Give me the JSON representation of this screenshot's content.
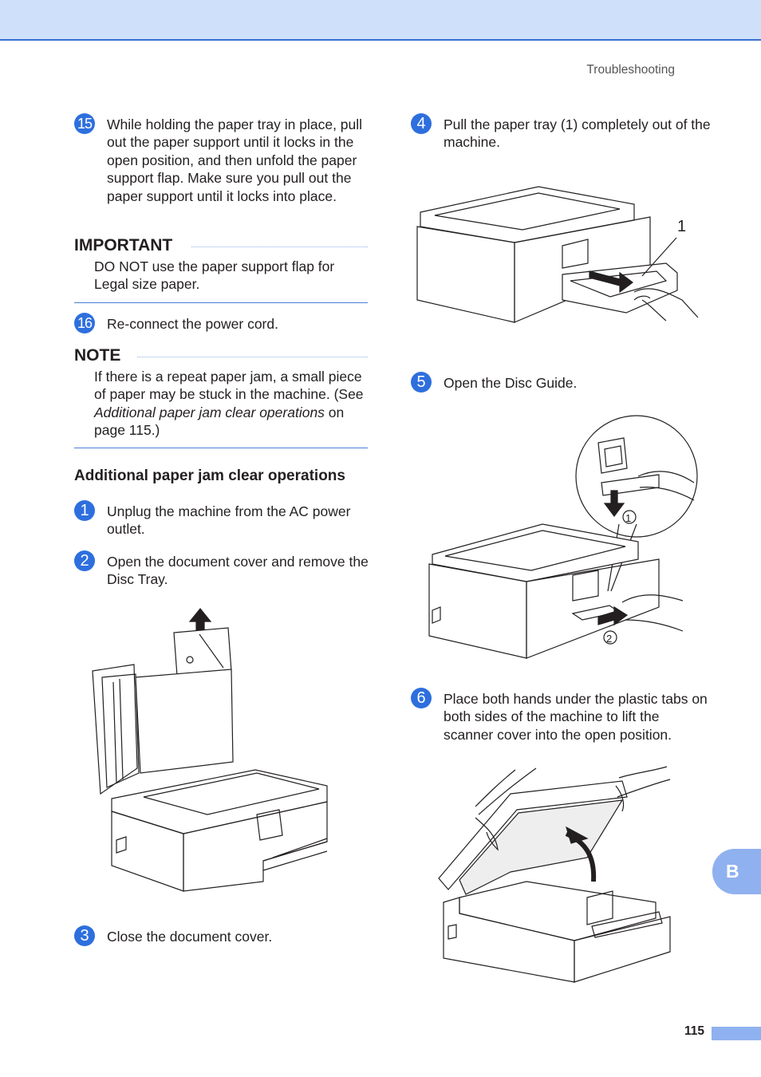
{
  "header": {
    "running_title": "Troubleshooting"
  },
  "left_column": {
    "step15": {
      "number": "15",
      "text": "While holding the paper tray in place, pull out the paper support until it locks in the open position, and then unfold the paper support flap. Make sure you pull out the paper support until it locks into place."
    },
    "important": {
      "title": "IMPORTANT",
      "text": "DO NOT use the paper support flap for Legal size paper."
    },
    "step16": {
      "number": "16",
      "text": "Re-connect the power cord."
    },
    "note": {
      "title": "NOTE",
      "text_before": "If there is a repeat paper jam, a small piece of paper may be stuck in the machine. (See ",
      "text_italic": "Additional paper jam clear operations",
      "text_after": " on page 115.)"
    },
    "section_heading": "Additional paper jam clear operations",
    "step1": {
      "number": "1",
      "text": "Unplug the machine from the AC power outlet."
    },
    "step2": {
      "number": "2",
      "text": "Open the document cover and remove the Disc Tray."
    },
    "step3": {
      "number": "3",
      "text": "Close the document cover."
    }
  },
  "right_column": {
    "step4": {
      "number": "4",
      "text": "Pull the paper tray (1) completely out of the machine.",
      "callout": "1"
    },
    "step5": {
      "number": "5",
      "text": "Open the Disc Guide.",
      "callout1": "1",
      "callout2": "2"
    },
    "step6": {
      "number": "6",
      "text": "Place both hands under the plastic tabs on both sides of the machine to lift the scanner cover into the open position."
    }
  },
  "footer": {
    "chapter_tab": "B",
    "page_number": "115"
  }
}
